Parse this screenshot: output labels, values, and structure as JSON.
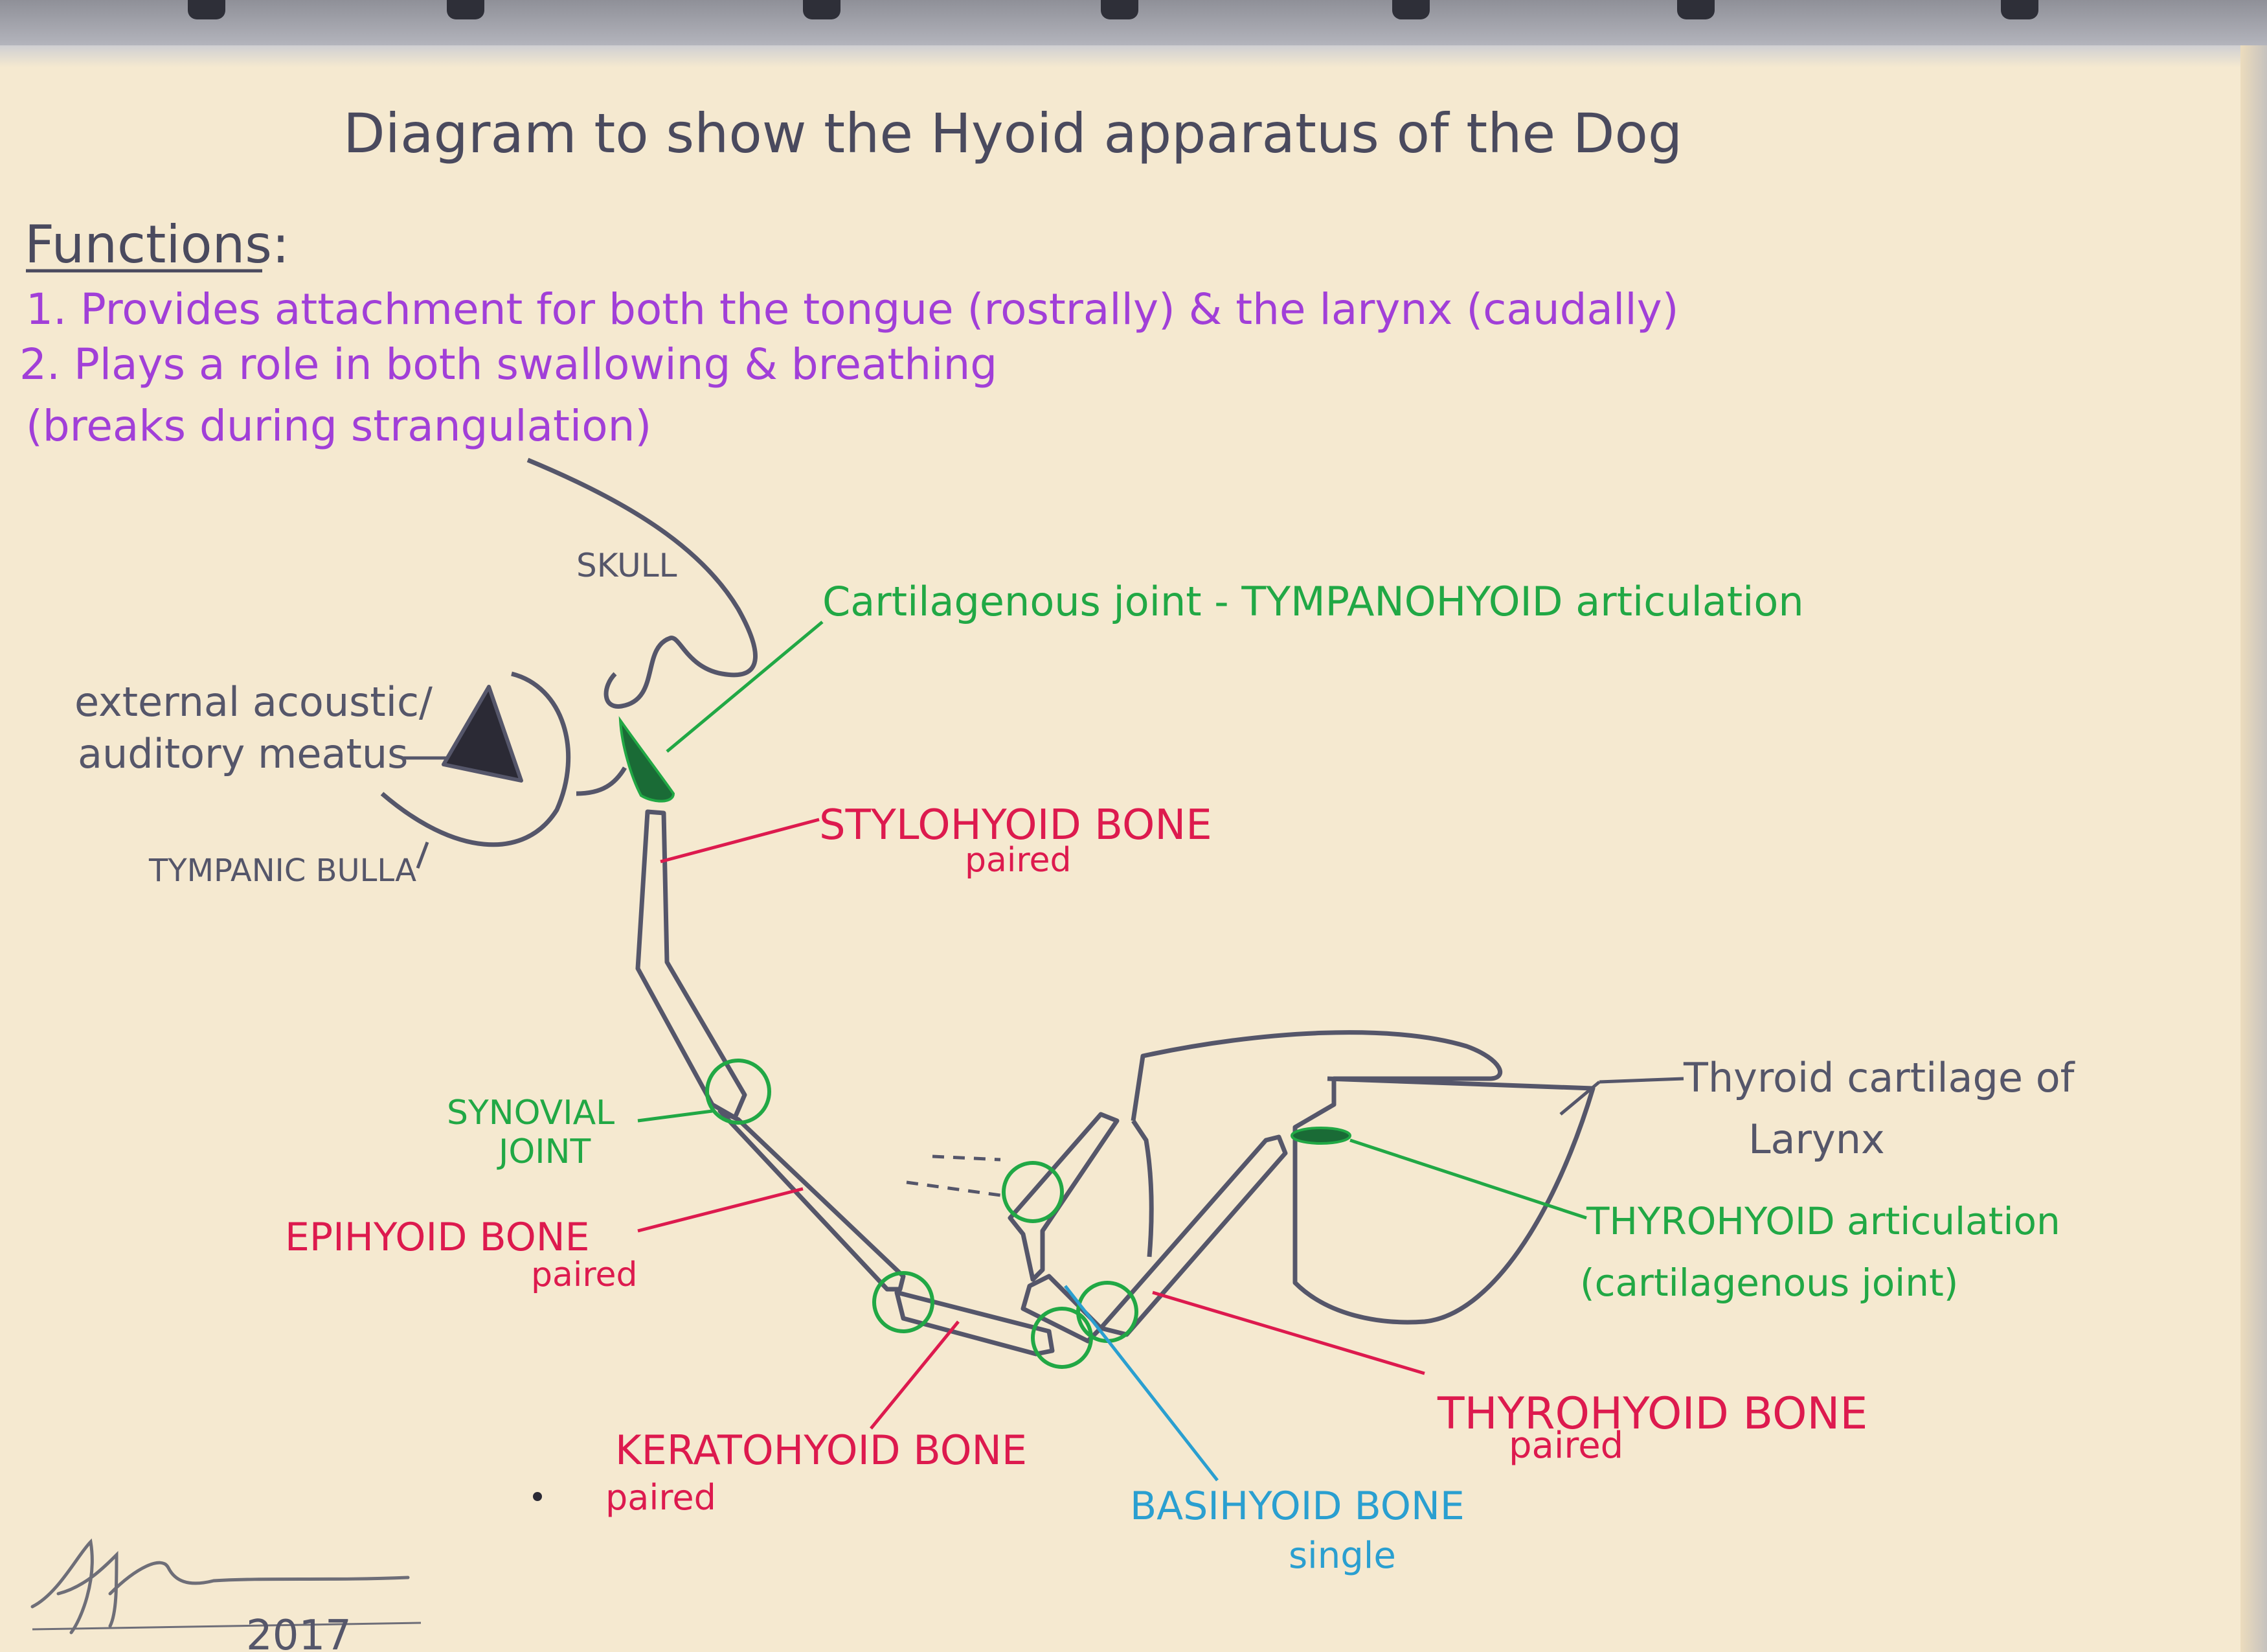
{
  "title": "Diagram to show the Hyoid apparatus of the Dog",
  "functions": {
    "heading": "Functions:",
    "items": [
      "1. Provides attachment for both the tongue (rostrally) & the larynx (caudally)",
      "2. Plays a role in both swallowing & breathing",
      "(breaks during strangulation)"
    ]
  },
  "labels": {
    "skull": "SKULL",
    "meatus_line1": "external acoustic/",
    "meatus_line2": "auditory meatus",
    "tympanic_bulla": "TYMPANIC BULLA",
    "tympanohyoid": "Cartilagenous joint - TYMPANOHYOID articulation",
    "stylohyoid": "STYLOHYOID BONE",
    "stylohyoid_sub": "paired",
    "synovial_line1": "SYNOVIAL",
    "synovial_line2": "JOINT",
    "epihyoid": "EPIHYOID BONE",
    "epihyoid_sub": "paired",
    "thyroid_line1": "Thyroid cartilage of",
    "thyroid_line2": "Larynx",
    "thyrohyoid_art_line1": "THYROHYOID articulation",
    "thyrohyoid_art_line2": "(cartilagenous joint)",
    "thyrohyoid_bone": "THYROHYOID BONE",
    "thyrohyoid_bone_sub": "paired",
    "keratohyoid": "KERATOHYOID BONE",
    "keratohyoid_sub": "paired",
    "basihyoid": "BASIHYOID BONE",
    "basihyoid_sub": "single"
  },
  "year": "2017",
  "colors": {
    "title": "#4a4a5e",
    "functions_heading": "#4a4a5e",
    "functions_text": "#a13fd8",
    "outline": "#55566a",
    "green": "#21a845",
    "dark_green": "#1a6b36",
    "red": "#dd1a4e",
    "blue": "#2a9fd0",
    "grey_label": "#55566a",
    "black_fill": "#2b2a35"
  }
}
